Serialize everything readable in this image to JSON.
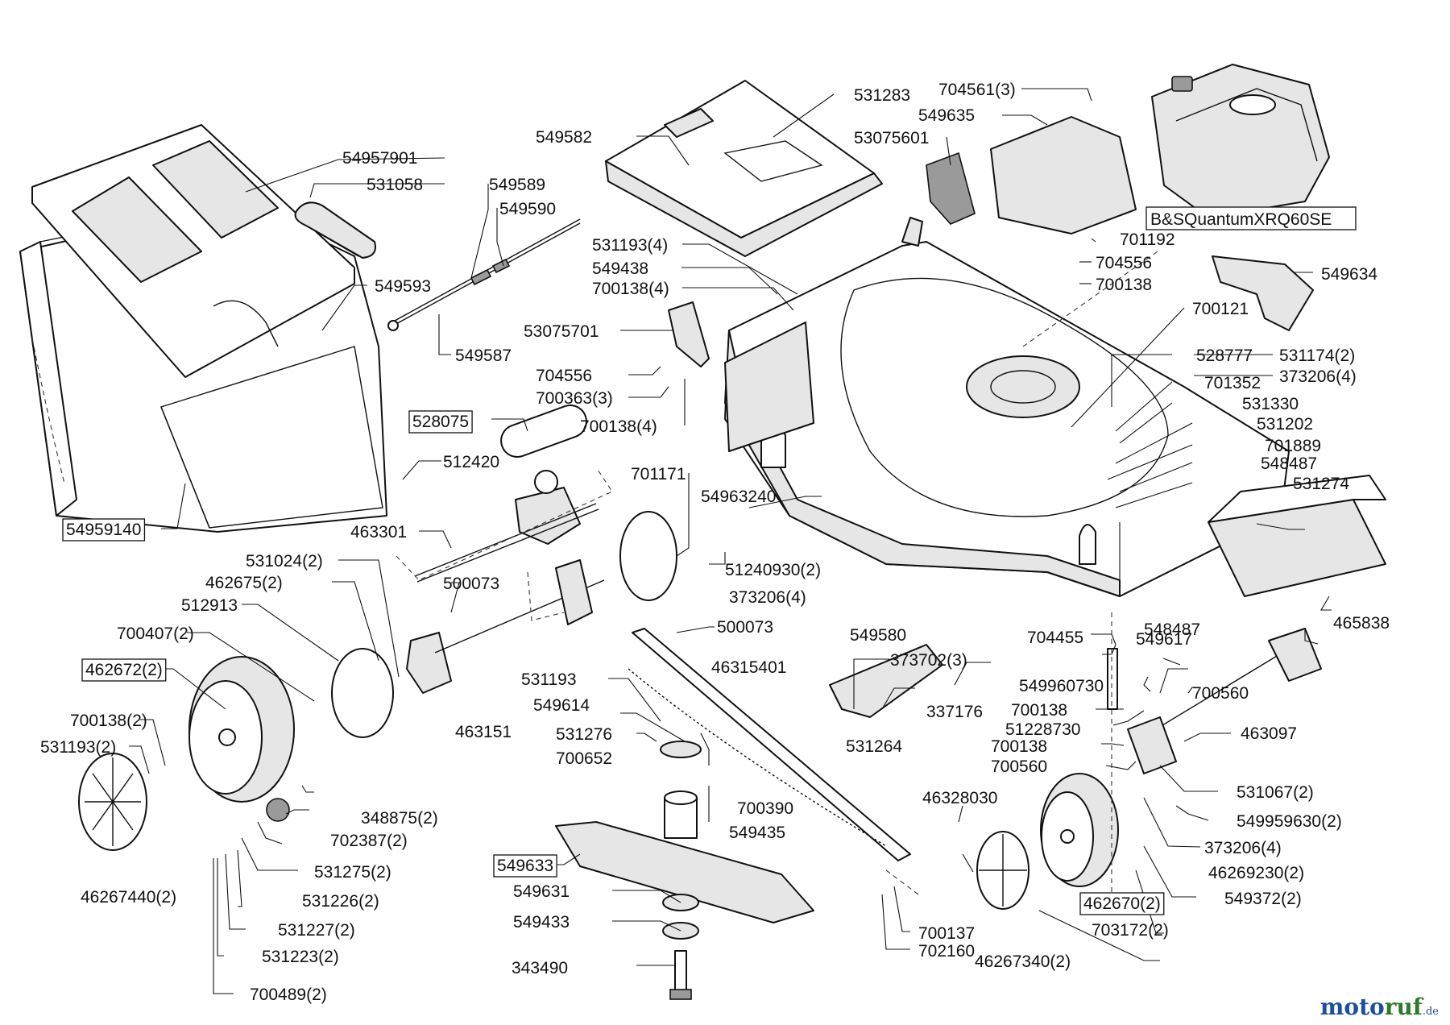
{
  "engine_label": "B&SQuantumXRQ60SE",
  "labels": [
    {
      "text": "549582"
    },
    {
      "text": "531283"
    },
    {
      "text": "704561(3)"
    },
    {
      "text": "549635"
    },
    {
      "text": "53075601"
    },
    {
      "text": "54957901"
    },
    {
      "text": "531058"
    },
    {
      "text": "549589"
    },
    {
      "text": "549590"
    },
    {
      "text": "549593"
    },
    {
      "text": "549587"
    },
    {
      "text": "531193(4)"
    },
    {
      "text": "549438"
    },
    {
      "text": "700138(4)"
    },
    {
      "text": "53075701"
    },
    {
      "text": "704556"
    },
    {
      "text": "700363(3)"
    },
    {
      "text": "700138(4)"
    },
    {
      "text": "528075",
      "boxed": true
    },
    {
      "text": "512420"
    },
    {
      "text": "54959140",
      "boxed": true
    },
    {
      "text": "701192"
    },
    {
      "text": "704556"
    },
    {
      "text": "700138"
    },
    {
      "text": "700121"
    },
    {
      "text": "549634"
    },
    {
      "text": "528777"
    },
    {
      "text": "531174(2)"
    },
    {
      "text": "373206(4)"
    },
    {
      "text": "701352"
    },
    {
      "text": "531330"
    },
    {
      "text": "531202"
    },
    {
      "text": "701889"
    },
    {
      "text": "548487"
    },
    {
      "text": "531274"
    },
    {
      "text": "701171"
    },
    {
      "text": "54963240"
    },
    {
      "text": "463301"
    },
    {
      "text": "531024(2)"
    },
    {
      "text": "462675(2)"
    },
    {
      "text": "500073"
    },
    {
      "text": "512913"
    },
    {
      "text": "700407(2)"
    },
    {
      "text": "462672(2)",
      "boxed": true
    },
    {
      "text": "700138(2)"
    },
    {
      "text": "531193(2)"
    },
    {
      "text": "51240930(2)"
    },
    {
      "text": "373206(4)"
    },
    {
      "text": "500073"
    },
    {
      "text": "531193"
    },
    {
      "text": "46315401"
    },
    {
      "text": "549580"
    },
    {
      "text": "373702(3)"
    },
    {
      "text": "549614"
    },
    {
      "text": "463151"
    },
    {
      "text": "531276"
    },
    {
      "text": "700652"
    },
    {
      "text": "700390"
    },
    {
      "text": "549435"
    },
    {
      "text": "549633",
      "boxed": true
    },
    {
      "text": "549631"
    },
    {
      "text": "549433"
    },
    {
      "text": "343490"
    },
    {
      "text": "348875(2)"
    },
    {
      "text": "702387(2)"
    },
    {
      "text": "531275(2)"
    },
    {
      "text": "531226(2)"
    },
    {
      "text": "531227(2)"
    },
    {
      "text": "531223(2)"
    },
    {
      "text": "700489(2)"
    },
    {
      "text": "46267440(2)"
    },
    {
      "text": "465838"
    },
    {
      "text": "548487"
    },
    {
      "text": "704455"
    },
    {
      "text": "549617"
    },
    {
      "text": "549960730"
    },
    {
      "text": "700560"
    },
    {
      "text": "337176"
    },
    {
      "text": "531264"
    },
    {
      "text": "700138"
    },
    {
      "text": "51228730"
    },
    {
      "text": "700138"
    },
    {
      "text": "700560"
    },
    {
      "text": "463097"
    },
    {
      "text": "531067(2)"
    },
    {
      "text": "46328030"
    },
    {
      "text": "549959630(2)"
    },
    {
      "text": "373206(4)"
    },
    {
      "text": "46269230(2)"
    },
    {
      "text": "549372(2)"
    },
    {
      "text": "462670(2)",
      "boxed": true
    },
    {
      "text": "703172(2)"
    },
    {
      "text": "700137"
    },
    {
      "text": "702160"
    },
    {
      "text": "46267340(2)"
    }
  ],
  "watermark": {
    "part1": "moto",
    "part2": "ruf",
    "suffix": ".de"
  }
}
